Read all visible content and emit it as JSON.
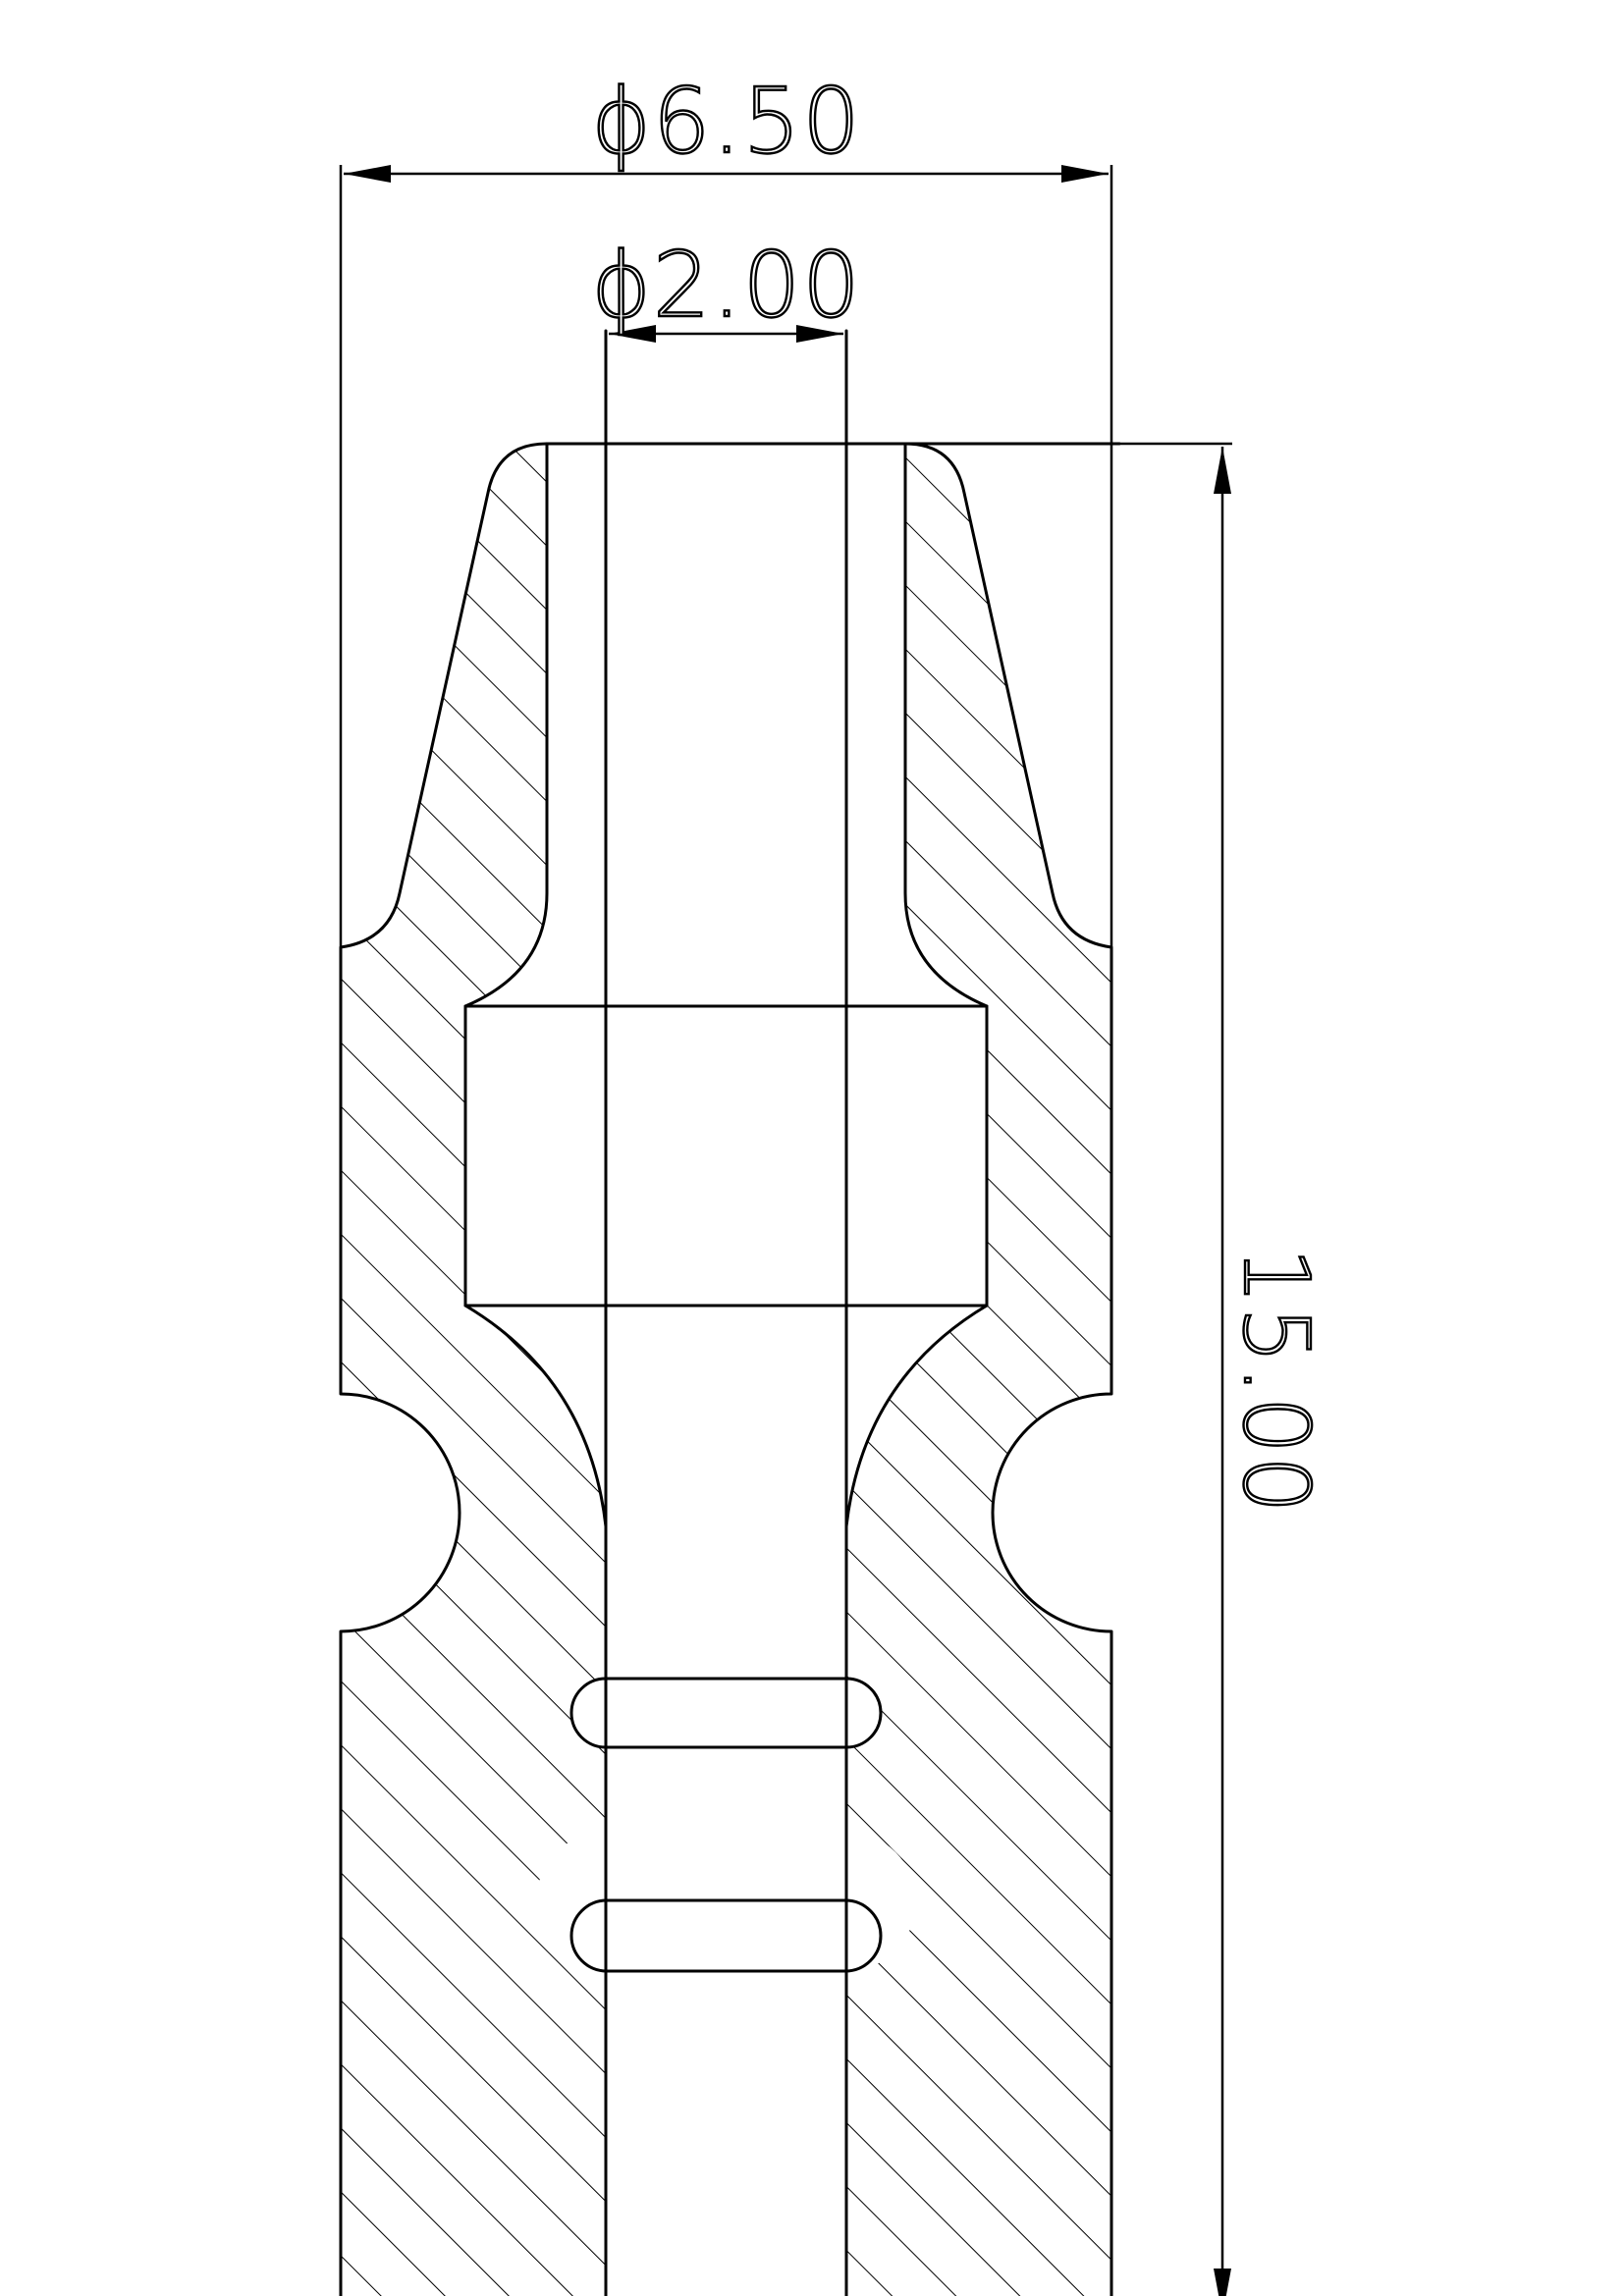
{
  "dimensions": {
    "outer_diameter": "ϕ6.50",
    "bore_diameter": "ϕ2.00",
    "overall_length": "15.00"
  },
  "colors": {
    "line": "#000000",
    "background": "#ffffff"
  }
}
